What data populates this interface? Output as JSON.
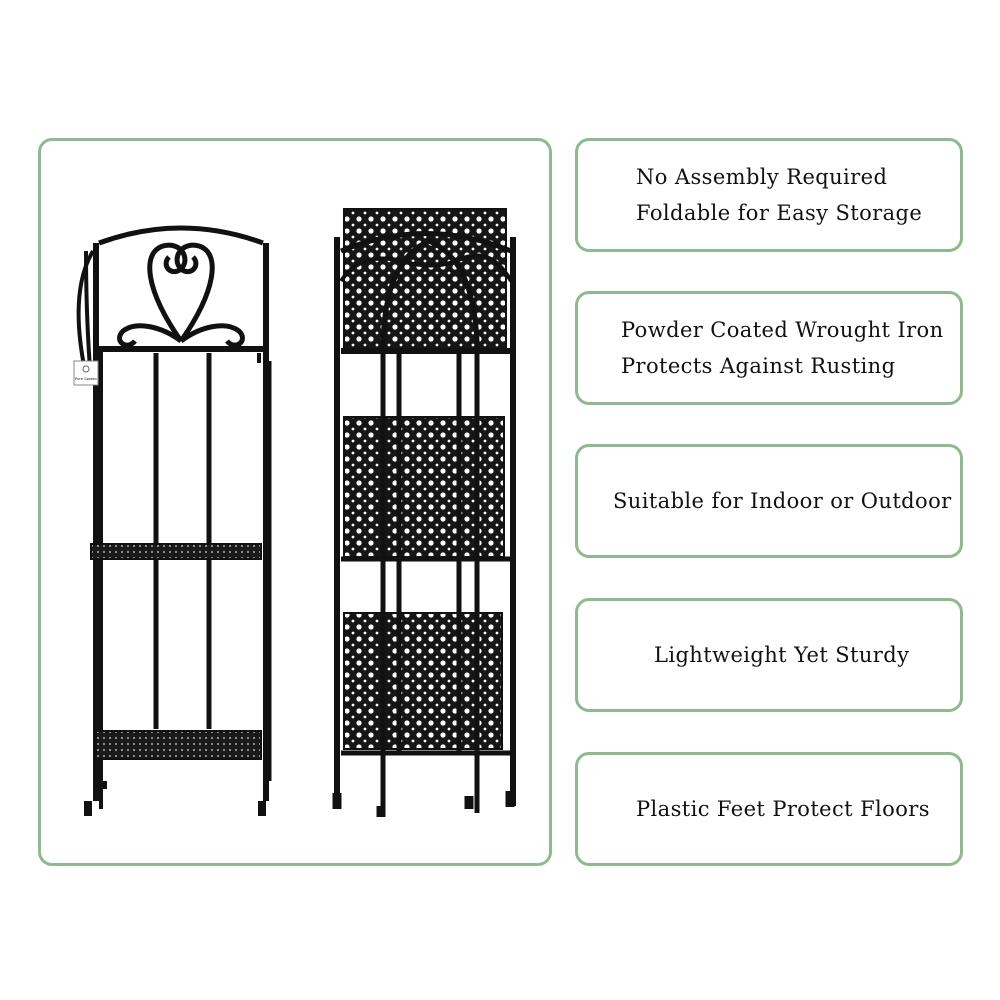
{
  "features": [
    {
      "lines": [
        "No Assembly Required",
        "Foldable for Easy Storage"
      ]
    },
    {
      "lines": [
        "Powder Coated Wrought Iron",
        "Protects Against Rusting"
      ]
    },
    {
      "lines": [
        "Suitable for Indoor or Outdoor"
      ]
    },
    {
      "lines": [
        "Lightweight Yet Sturdy"
      ]
    },
    {
      "lines": [
        "Plastic Feet Protect Floors"
      ]
    }
  ],
  "colors": {
    "border": "#8fb98f",
    "metal": "#111111",
    "text": "#111111"
  },
  "product_tag": {
    "brand_text": "Pure Garden"
  }
}
